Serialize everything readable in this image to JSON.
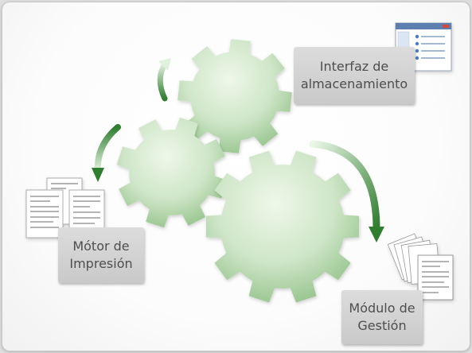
{
  "labels": {
    "storage": {
      "line1": "Interfaz de",
      "line2": "almacenamiento"
    },
    "print": {
      "line1": "Mótor de",
      "line2": "Impresión"
    },
    "management": {
      "line1": "Módulo de",
      "line2": "Gestión"
    }
  },
  "colors": {
    "gear_light": "#e4f2df",
    "gear_dark": "#8fbf86",
    "arrow_dark": "#2f7d2f",
    "arrow_light": "#dff2db",
    "label_bg": "#cfcfcf",
    "label_text": "#4e4e4e"
  },
  "icons": [
    "storage-window-icon",
    "print-documents-icon",
    "management-documents-icon"
  ]
}
